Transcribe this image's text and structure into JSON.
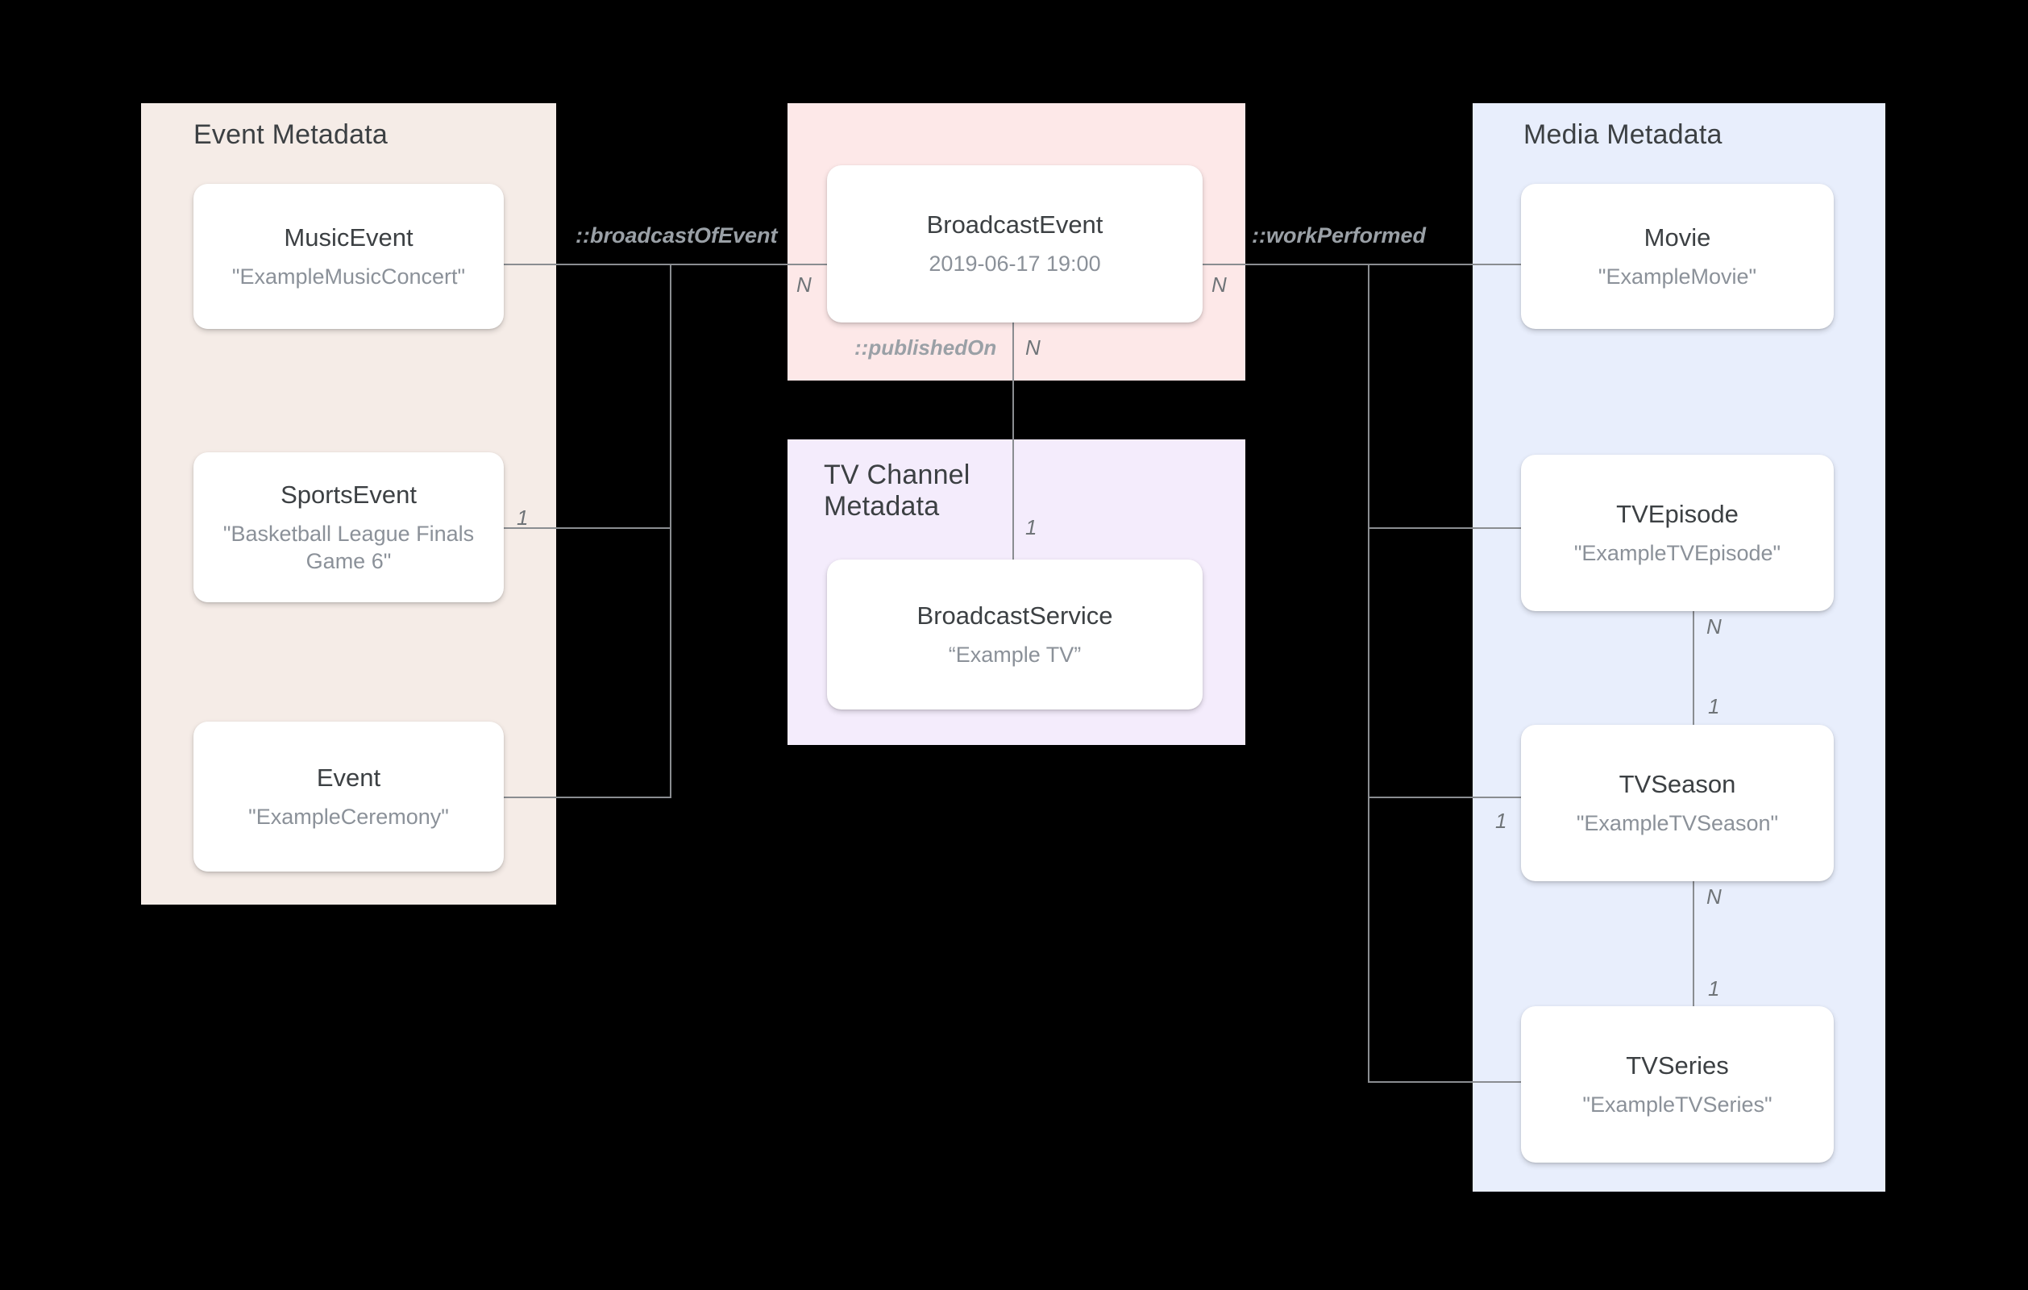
{
  "diagram": {
    "title": "Broadcast / Media metadata entity relationship diagram",
    "colors": {
      "panel_event": "#f5ece7",
      "panel_broadcast": "#fde8e8",
      "panel_tvchannel": "#f4ecfc",
      "panel_media": "#e8eefc",
      "card_bg": "#ffffff",
      "card_title": "#3c4043",
      "card_sub": "#8b9199",
      "connector": "#8a8d91",
      "relation_label": "#9aa0a6",
      "cardinality_label": "#6f7478",
      "background": "#000000"
    }
  },
  "panels": [
    {
      "id": "event",
      "title": "Event Metadata"
    },
    {
      "id": "broadcast",
      "title": ""
    },
    {
      "id": "tvchannel",
      "title": "TV Channel\nMetadata"
    },
    {
      "id": "media",
      "title": "Media Metadata"
    }
  ],
  "nodes": [
    {
      "id": "music_event",
      "title": "MusicEvent",
      "value": "\"ExampleMusicConcert\""
    },
    {
      "id": "sports_event",
      "title": "SportsEvent",
      "value": "\"Basketball League Finals Game 6\""
    },
    {
      "id": "event",
      "title": "Event",
      "value": "\"ExampleCeremony\""
    },
    {
      "id": "broadcast_event",
      "title": "BroadcastEvent",
      "value": "2019-06-17 19:00"
    },
    {
      "id": "broadcast_service",
      "title": "BroadcastService",
      "value": "“Example TV”"
    },
    {
      "id": "movie",
      "title": "Movie",
      "value": "\"ExampleMovie\""
    },
    {
      "id": "tv_episode",
      "title": "TVEpisode",
      "value": "\"ExampleTVEpisode\""
    },
    {
      "id": "tv_season",
      "title": "TVSeason",
      "value": "\"ExampleTVSeason\""
    },
    {
      "id": "tv_series",
      "title": "TVSeries",
      "value": "\"ExampleTVSeries\""
    }
  ],
  "relations": [
    {
      "id": "broadcast_of_event",
      "label": "::broadcastOfEvent",
      "from": "broadcast_event",
      "to": "event_group",
      "from_card": "N",
      "to_card": "1"
    },
    {
      "id": "work_performed",
      "label": "::workPerformed",
      "from": "broadcast_event",
      "to": "media_group",
      "from_card": "N",
      "to_card": "1"
    },
    {
      "id": "published_on",
      "label": "::publishedOn",
      "from": "broadcast_event",
      "to": "broadcast_service",
      "from_card": "N",
      "to_card": "1"
    },
    {
      "id": "episode_season",
      "label": "",
      "from": "tv_episode",
      "to": "tv_season",
      "from_card": "N",
      "to_card": "1"
    },
    {
      "id": "season_series",
      "label": "",
      "from": "tv_season",
      "to": "tv_series",
      "from_card": "N",
      "to_card": "1"
    }
  ],
  "cardinalities": {
    "broadcast_left_n": "N",
    "broadcast_right_n": "N",
    "broadcast_bottom_n": "N",
    "event_group_one": "1",
    "service_one": "1",
    "episode_n": "N",
    "season_one_up": "1",
    "season_one_left": "1",
    "season_n_down": "N",
    "series_one": "1"
  },
  "labels": {
    "broadcast_of_event": "::broadcastOfEvent",
    "work_performed": "::workPerformed",
    "published_on": "::publishedOn"
  }
}
